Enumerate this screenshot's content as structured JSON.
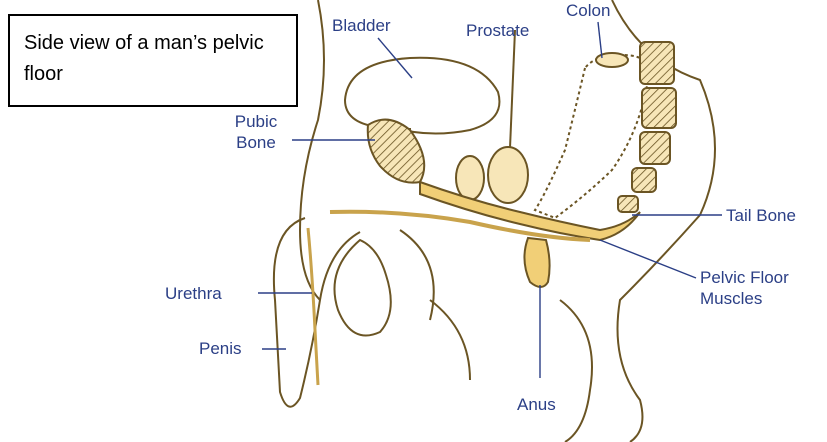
{
  "caption": "Side view of a man’s pelvic floor",
  "labels": {
    "bladder": "Bladder",
    "prostate": "Prostate",
    "colon": "Colon",
    "pubic_bone": "Pubic Bone",
    "tail_bone": "Tail Bone",
    "urethra": "Urethra",
    "penis": "Penis",
    "pelvic_floor_muscles": "Pelvic Floor Muscles",
    "anus": "Anus"
  },
  "colors": {
    "label_text": "#2b3f86",
    "leader_line": "#2b3f86",
    "outline": "#6b5524",
    "muscle_fill": "#f1cf77",
    "bone_hatch": "#6b5524"
  }
}
